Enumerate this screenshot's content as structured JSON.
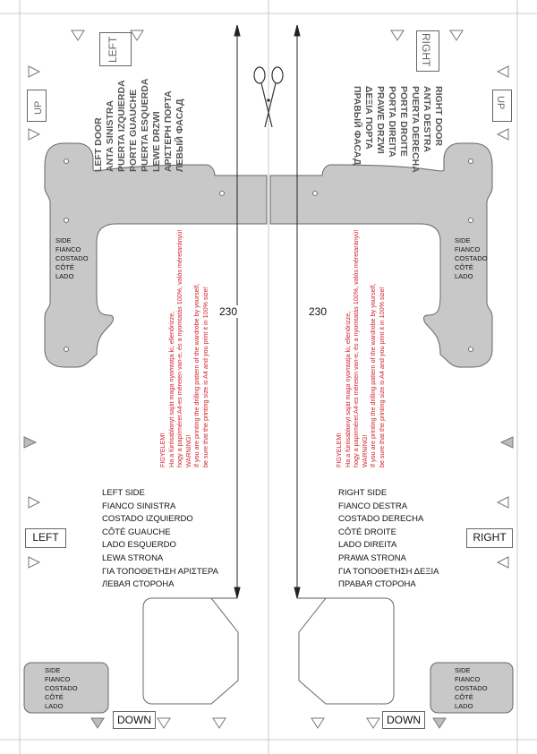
{
  "labels": {
    "left_top": "LEFT",
    "right_top": "RIGHT",
    "up": "UP",
    "left_mid": "LEFT",
    "right_mid": "RIGHT",
    "down": "DOWN",
    "dimension": "230"
  },
  "left_door_lines": [
    "LEFT DOOR",
    "ANTA SINISTRA",
    "PUERTA IZQUIERDA",
    "PORTE GUAUCHE",
    "PUERTA ESQUERDA",
    "LEWE DRZWI",
    "ΑΡΙΣΤΕΡΗ ΠΟΡΤΑ",
    "ЛЕВЫЙ ФАСАД"
  ],
  "right_door_lines": [
    "RIGHT DOOR",
    "ANTA DESTRA",
    "PUERTA DERECHA",
    "PORTE DROITE",
    "PORTA DIREITA",
    "PRAWE DRZWI",
    "ΔΕΞΙΑ ΠΟΡΤΑ",
    "ПРАВЫЙ ФАСАД"
  ],
  "side_small_lines": [
    "SIDE",
    "FIANCO",
    "COSTADO",
    "CÔTÉ",
    "LADO"
  ],
  "warning_lines": [
    "FIGYELEM!",
    "Ha a fúrósablonyt saját maga nyomtatja ki, ellenőrizze,",
    "hogy a papírméret A4-es méreten van-e, és a nyomtatás 100%, valós méretarányú!",
    "WARNING!",
    "If you are printing the drilling pattern of the wardrobe by yourself,",
    "be sure that the printing size is A4 and you print it in 100% size!"
  ],
  "left_side_lines": [
    "LEFT SIDE",
    "FIANCO SINISTRA",
    "COSTADO IZQUIERDO",
    "CÔTÉ GUAUCHE",
    "LADO ESQUERDO",
    "LEWA STRONA",
    "ΓΙΑ ΤΟΠΟΘΕΤΗΣΗ ΑΡΙΣΤΕΡΑ",
    "ЛЕВАЯ СТОРОНА"
  ],
  "right_side_lines": [
    "RIGHT SIDE",
    "FIANCO DESTRA",
    "COSTADO DERECHA",
    "CÔTÉ DROITE",
    "LADO DIREITA",
    "PRAWA STRONA",
    "ΓΙΑ ΤΟΠΟΘΕΤΗΣΗ ΔΕΞΙΑ",
    "ПРАВАЯ СТОРОНА"
  ],
  "icons": {
    "cut": "scissors-icon"
  },
  "colors": {
    "template_fill": "#c8c8c8",
    "warning_text": "#d0202a",
    "outline": "#555555"
  }
}
